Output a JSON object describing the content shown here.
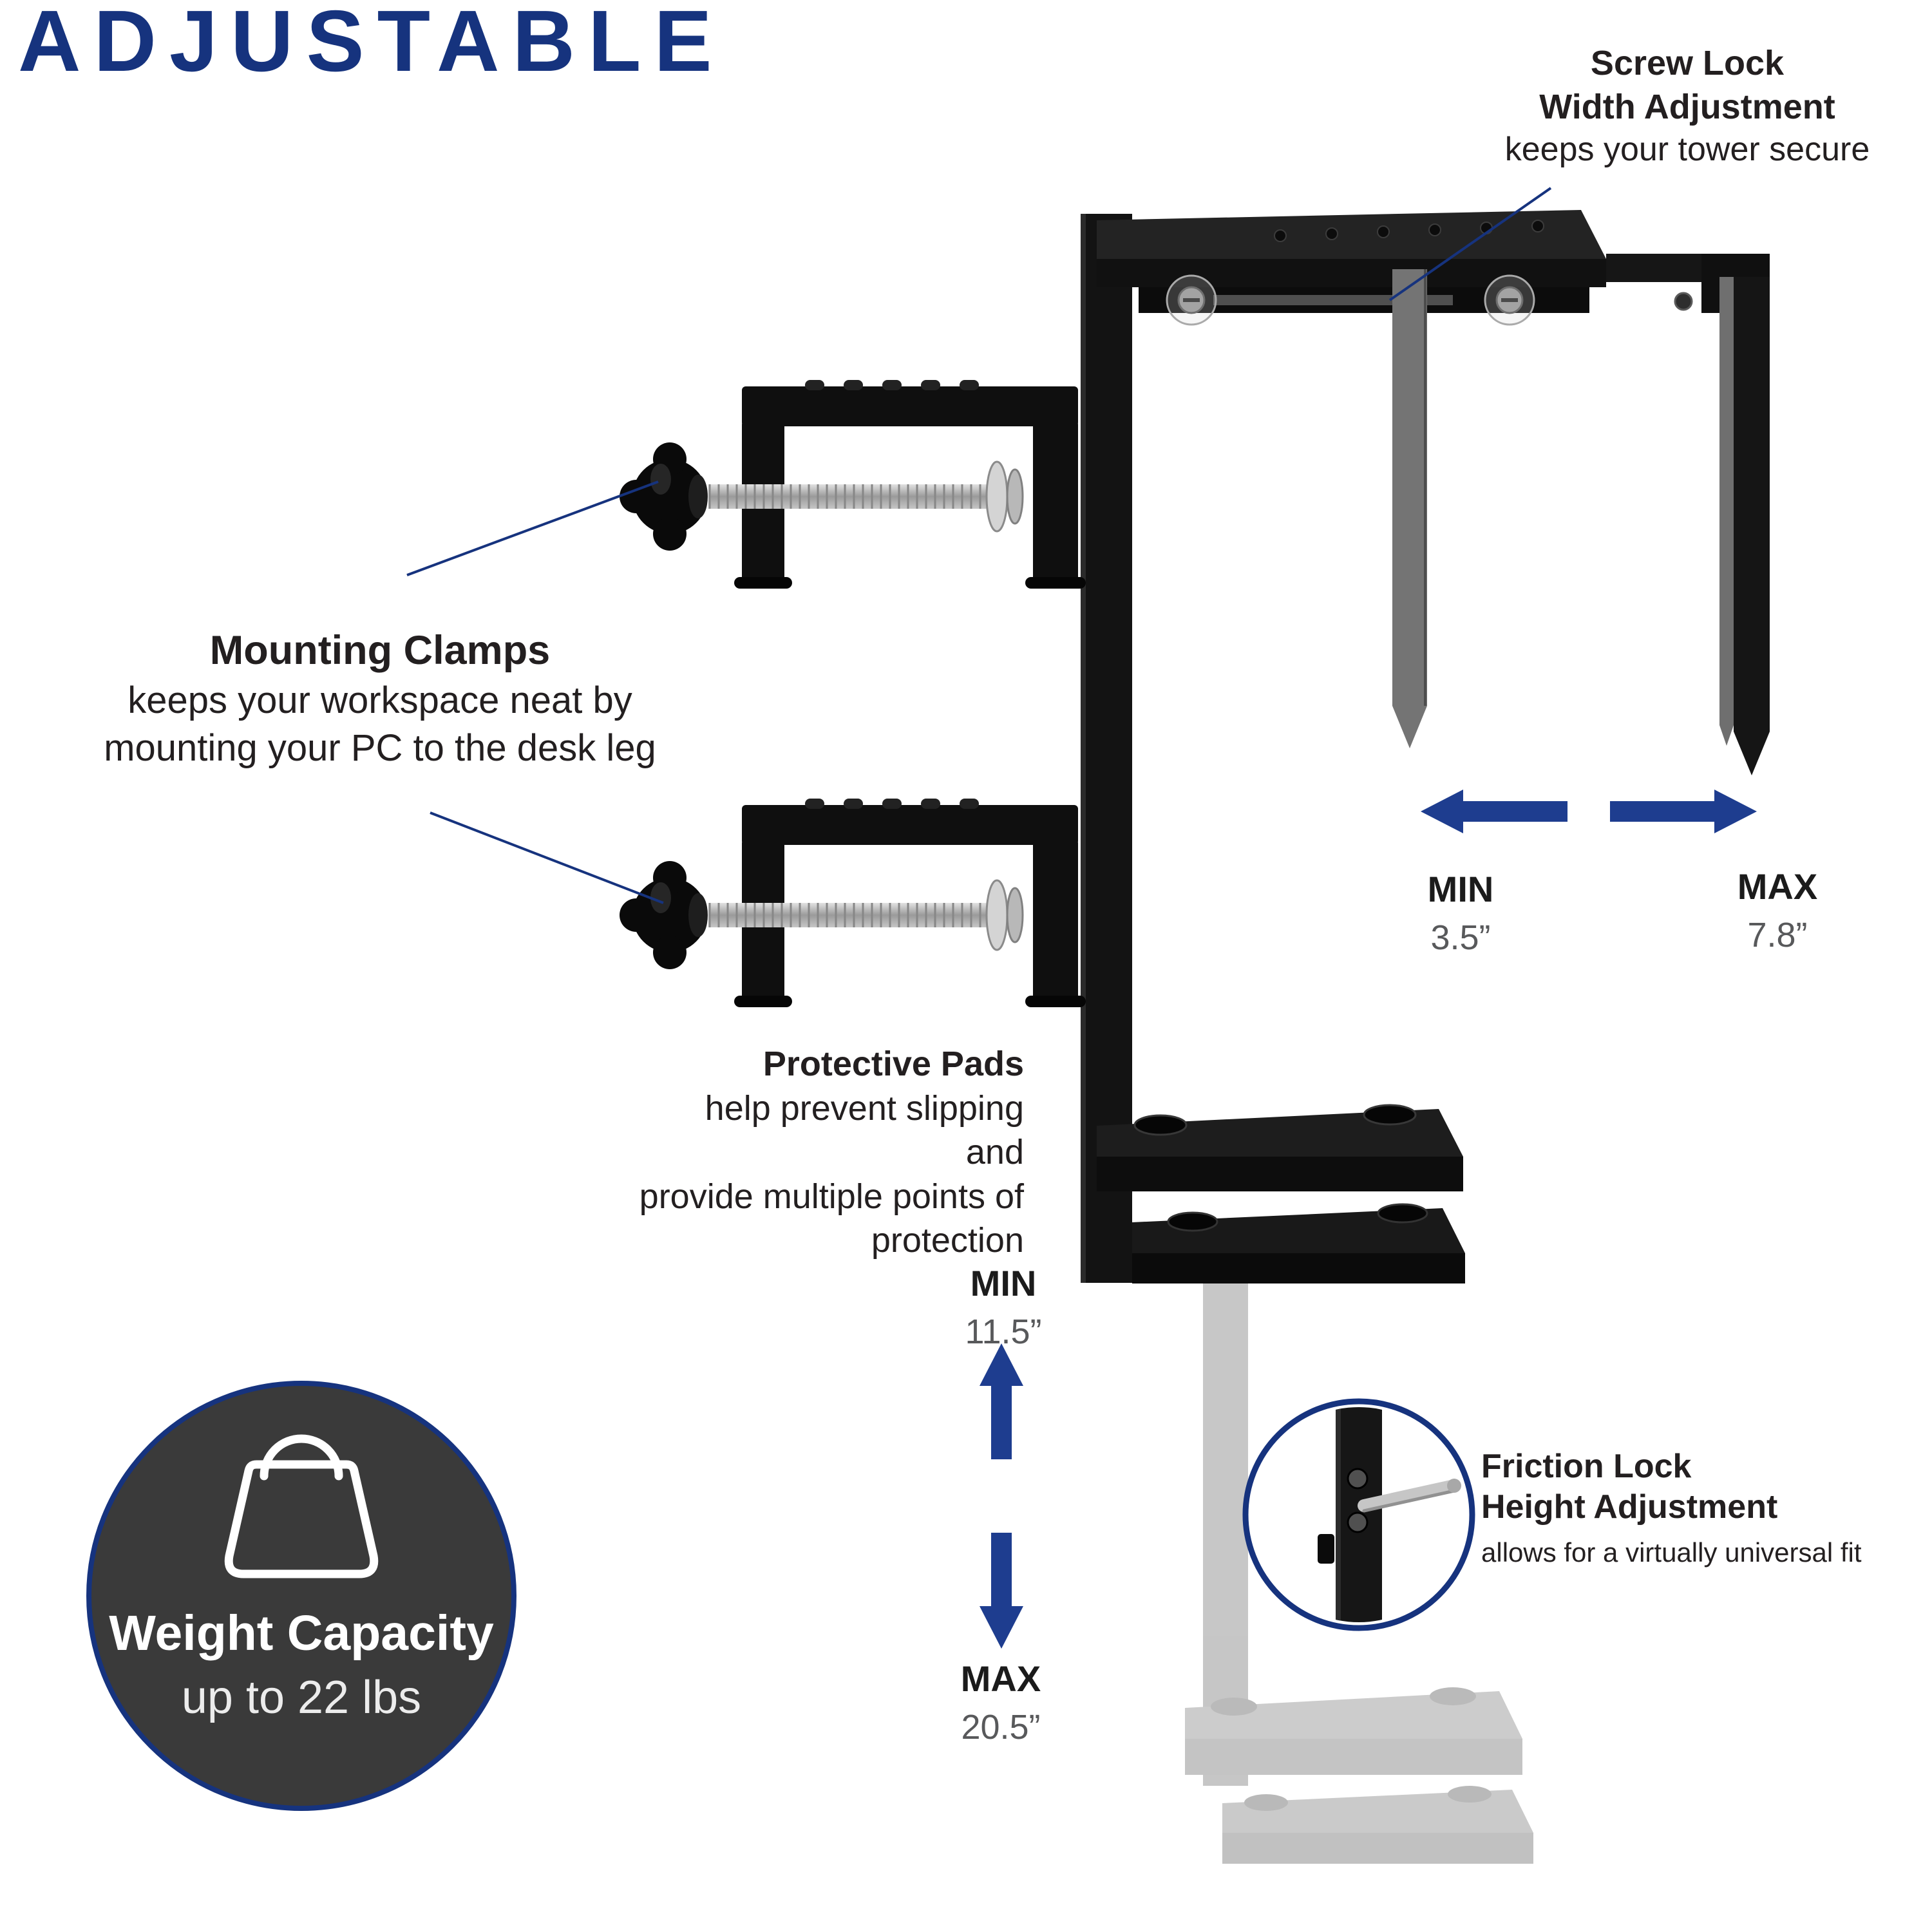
{
  "title": "ADJUSTABLE",
  "screw_lock": {
    "line1": "Screw Lock",
    "line2": "Width Adjustment",
    "desc": "keeps your tower secure"
  },
  "mounting_clamps": {
    "title": "Mounting Clamps",
    "desc1": "keeps your workspace neat by",
    "desc2": "mounting your PC to the desk leg"
  },
  "protective_pads": {
    "title": "Protective Pads",
    "desc1": "help prevent slipping and",
    "desc2": "provide multiple points of",
    "desc3": "protection"
  },
  "width_adjustment": {
    "min_label": "MIN",
    "min_value": "3.5”",
    "max_label": "MAX",
    "max_value": "7.8”"
  },
  "height_adjustment": {
    "min_label": "MIN",
    "min_value": "11.5”",
    "max_label": "MAX",
    "max_value": "20.5”"
  },
  "weight_capacity": {
    "title": "Weight Capacity",
    "desc": "up to 22 lbs"
  },
  "friction_lock": {
    "line1": "Friction Lock",
    "line2": "Height Adjustment",
    "desc": "allows for a virtually universal fit"
  },
  "colors": {
    "accent_navy": "#16337e",
    "arrow_navy": "#1e3d8f",
    "text_dark": "#231f20",
    "value_gray": "#58595b",
    "badge_charcoal": "#3a3a3a",
    "product_black": "#131313",
    "ghost_gray": "#949494"
  }
}
